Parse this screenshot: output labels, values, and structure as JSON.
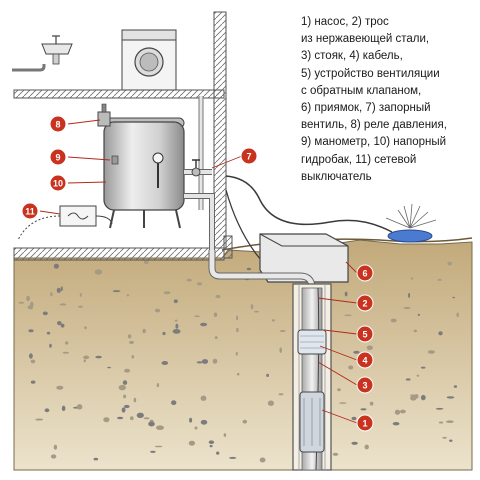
{
  "legend": {
    "lines": [
      "1) насос, 2) трос",
      "из нержавеющей стали,",
      "3) стояк, 4) кабель,",
      "5) устройство вентиляции",
      "с обратным клапаном,",
      "6) приямок, 7) запорный",
      "вентиль, 8) реле давления,",
      "9) манометр, 10) напорный",
      "гидробак, 11) сетевой",
      "выключатель"
    ]
  },
  "callouts": [
    "1",
    "2",
    "3",
    "4",
    "5",
    "6",
    "7",
    "8",
    "9",
    "10",
    "11"
  ],
  "colors": {
    "callout_fill": "#c8321e",
    "wall": "#8a8a8a",
    "soil": "#c9b48a",
    "pipe": "#d9d9d9",
    "tank": "#d6d6d6"
  }
}
